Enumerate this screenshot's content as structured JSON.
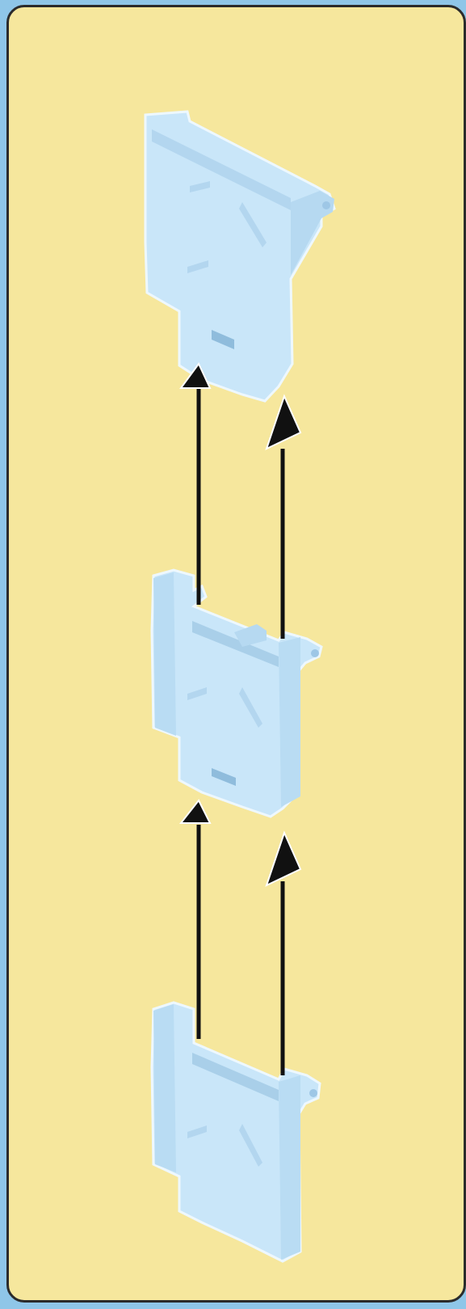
{
  "diagram": {
    "kind": "assembly-instruction",
    "parts": [
      "top-plate-part",
      "middle-plate-part",
      "bottom-plate-part"
    ],
    "colors": {
      "panel_background": "#f6e79d",
      "frame_border": "#2b2b2b",
      "outer_background": "#8fc6e8",
      "part_fill": "#c9e6f9",
      "part_shadow": "#a9cfe9",
      "part_outline": "#eef8ff",
      "arrow": "#111111"
    },
    "arrows": {
      "count": 4,
      "direction": "up"
    }
  }
}
